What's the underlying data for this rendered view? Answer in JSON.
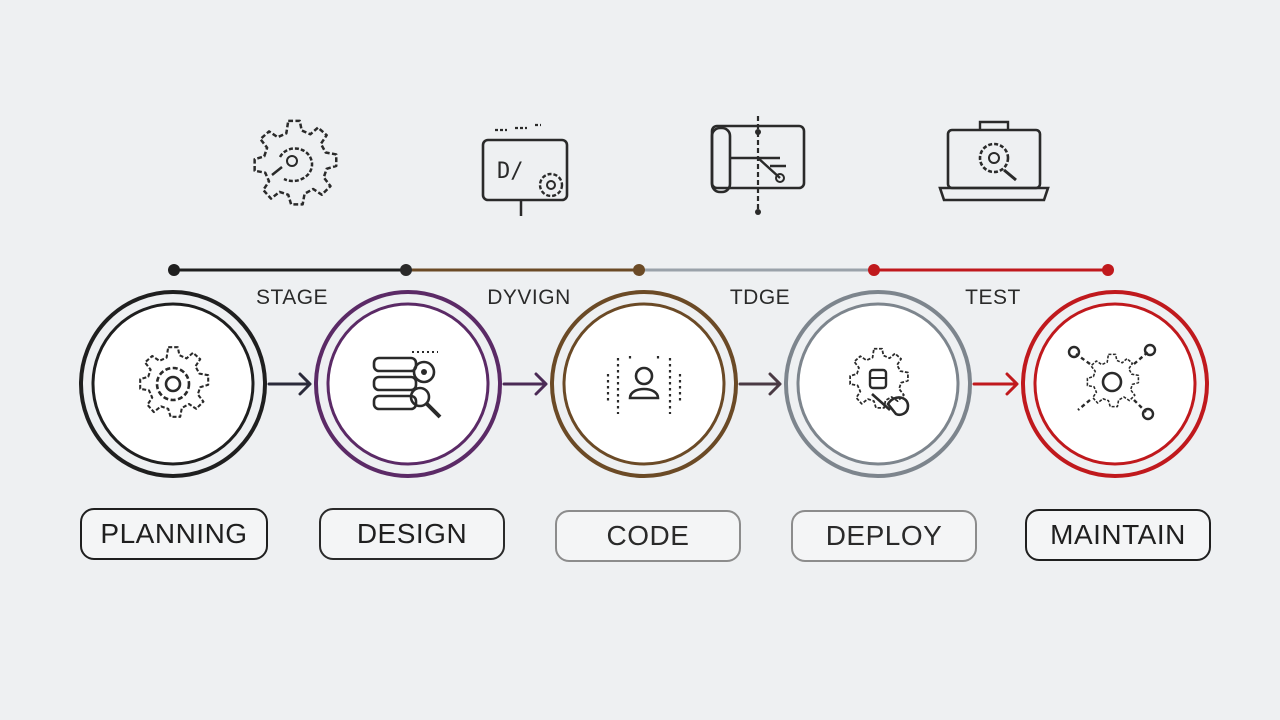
{
  "top_labels": [
    "STAGE",
    "DYVIGN",
    "TDGE",
    "TEST"
  ],
  "stages": [
    {
      "label": "PLANNING",
      "color": "#1f1f1f",
      "icon": "gear-icon"
    },
    {
      "label": "DESIGN",
      "color": "#5b2a66",
      "icon": "database-search-icon"
    },
    {
      "label": "CODE",
      "color": "#6b4a26",
      "icon": "user-icon"
    },
    {
      "label": "DEPLOY",
      "color": "#7d858d",
      "icon": "gear-tool-icon"
    },
    {
      "label": "MAINTAIN",
      "color": "#c0191d",
      "icon": "network-gear-icon"
    }
  ],
  "timeline_colors": [
    "#1f1f1f",
    "#6b4a26",
    "#9aa2aa",
    "#c0191d"
  ],
  "header_icons": [
    "gear-icon",
    "code-monitor-icon",
    "flow-diagram-icon",
    "laptop-gear-icon"
  ]
}
